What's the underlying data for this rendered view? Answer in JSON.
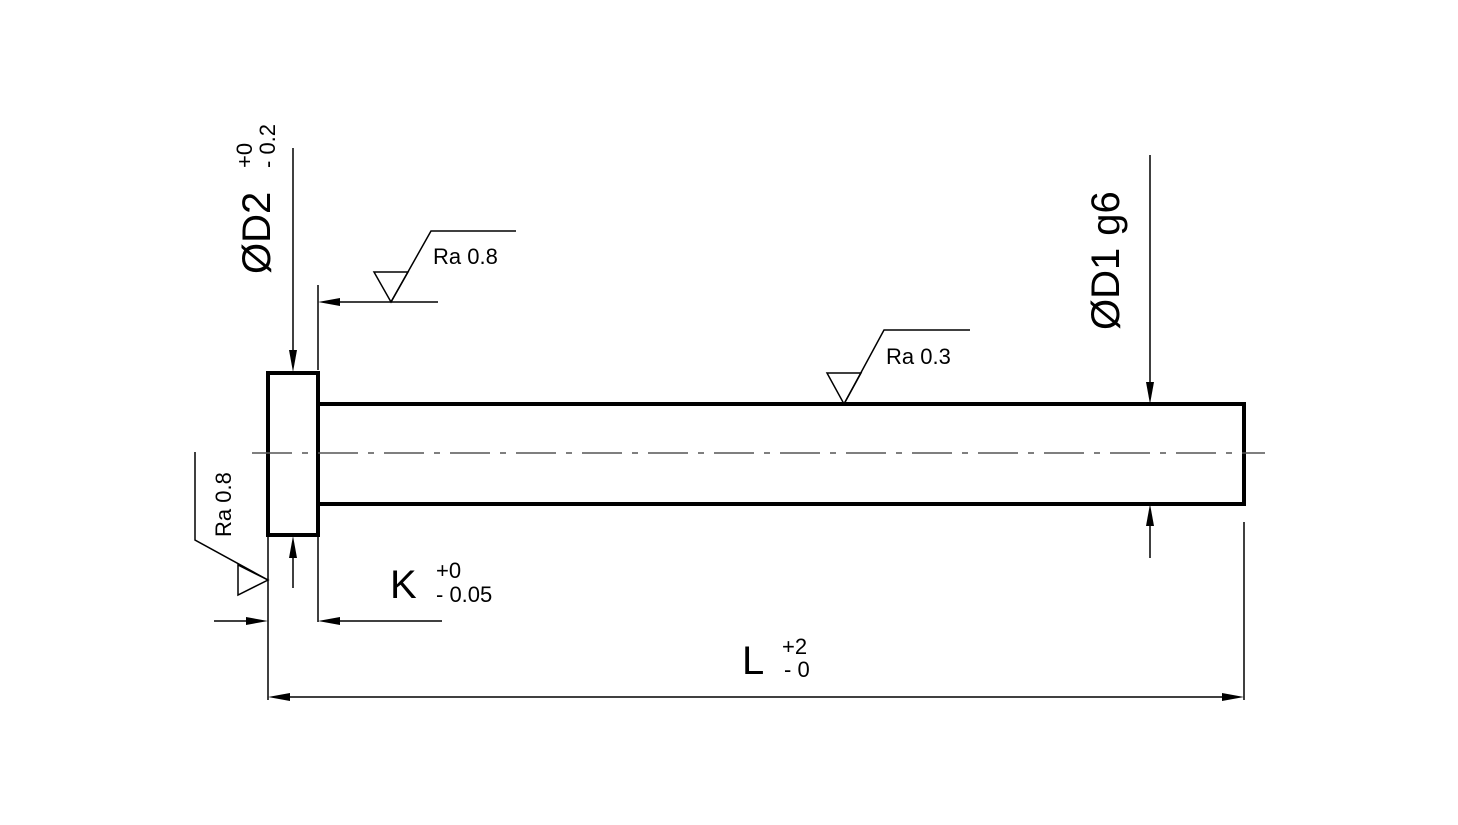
{
  "dimensions": {
    "d2": {
      "symbol": "ØD2",
      "tol_upper": "+0",
      "tol_lower": "- 0.2"
    },
    "d1": {
      "symbol": "ØD1",
      "fit": "g6"
    },
    "k": {
      "symbol": "K",
      "tol_upper": "+0",
      "tol_lower": "- 0.05"
    },
    "l": {
      "symbol": "L",
      "tol_upper": "+2",
      "tol_lower": "- 0"
    }
  },
  "surface_finish": {
    "head_shoulder": "Ra 0.8",
    "shank": "Ra 0.3",
    "head_face": "Ra 0.8"
  }
}
